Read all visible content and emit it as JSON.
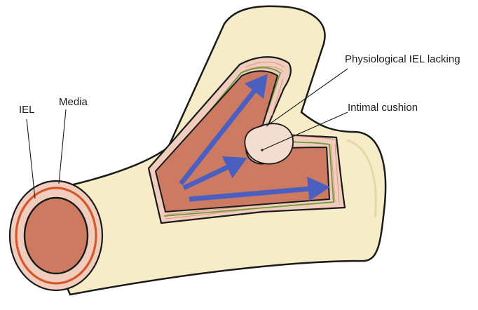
{
  "labels": {
    "iel": "IEL",
    "media": "Media",
    "physiological_iel_lacking": "Physiological IEL lacking",
    "intimal_cushion": "Intimal cushion"
  },
  "colors": {
    "vessel_outer": "#f6ecc7",
    "outline": "#1a1a1a",
    "media": "#f1cdbd",
    "iel_ring": "#d8562e",
    "lumen": "#cc7b62",
    "intimal_cushion": "#f3dcd0",
    "flow_arrows": "#4a5fc0",
    "iel_line_green": "#6f9a3a"
  },
  "icons": {
    "flow": "arrow-right-icon"
  }
}
